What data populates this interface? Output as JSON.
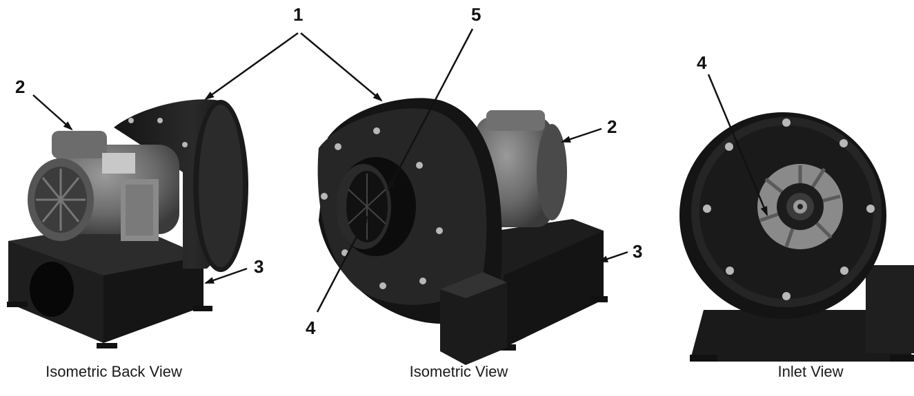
{
  "callouts": {
    "blower_housing": "1",
    "motor": "2",
    "base": "3",
    "blower_wheel": "4",
    "inlet_opening": "5"
  },
  "captions": {
    "back_view": "Isometric Back View",
    "iso_view": "Isometric View",
    "inlet_view": "Inlet View"
  },
  "colors": {
    "body_dark": "#1c1c1c",
    "body_mid": "#2e2e2e",
    "motor_gray": "#6e6e6e",
    "bolt": "#b8b8b8",
    "wheel_gray": "#8a8a8a"
  },
  "icons": {
    "fan_grille": "motor-fan-cover",
    "arrow": "leader-arrow"
  }
}
